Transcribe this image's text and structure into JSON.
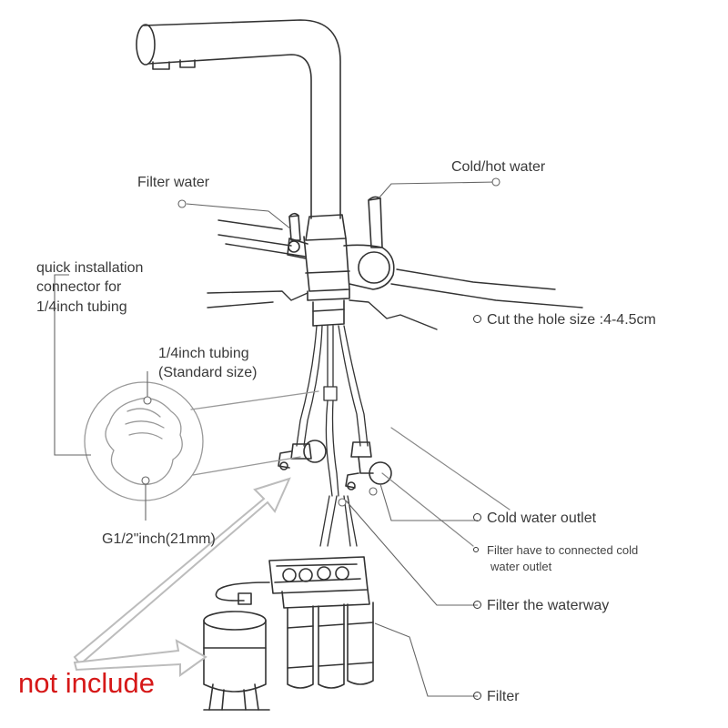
{
  "labels": {
    "filter_water": "Filter water",
    "cold_hot_water": "Cold/hot water",
    "quick_connector_1": "quick installation",
    "quick_connector_2": "connector for",
    "quick_connector_3": "1/4inch tubing",
    "tubing_1": "1/4inch tubing",
    "tubing_2": "(Standard size)",
    "cut_hole": "Cut the hole size :4-4.5cm",
    "thread_size": "G1/2\"inch(21mm)",
    "cold_outlet": "Cold water outlet",
    "filter_note_1": "Filter have to connected cold",
    "filter_note_2": "water outlet",
    "filter_waterway": "Filter the waterway",
    "filter": "Filter",
    "not_include": "not include"
  },
  "colors": {
    "line": "#333333",
    "leader": "#555555",
    "not_include_text": "#d61818",
    "arrow": "#b8b8b8"
  }
}
